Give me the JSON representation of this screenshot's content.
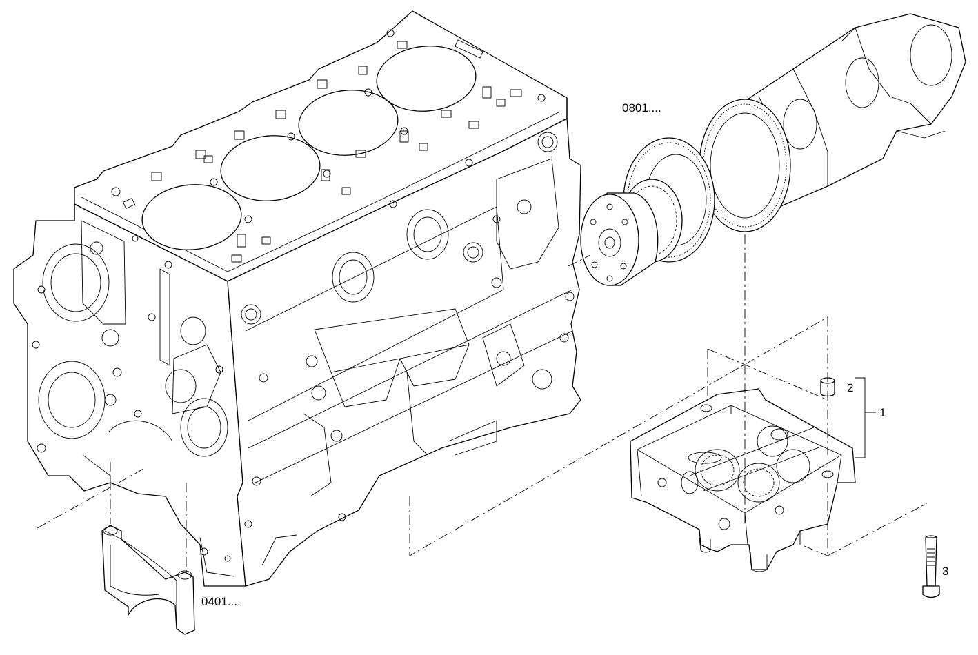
{
  "callouts": {
    "crankshaft_ref": "0801....",
    "bearing_ref": "0401....",
    "item_1": "1",
    "item_2": "2",
    "item_3": "3"
  }
}
